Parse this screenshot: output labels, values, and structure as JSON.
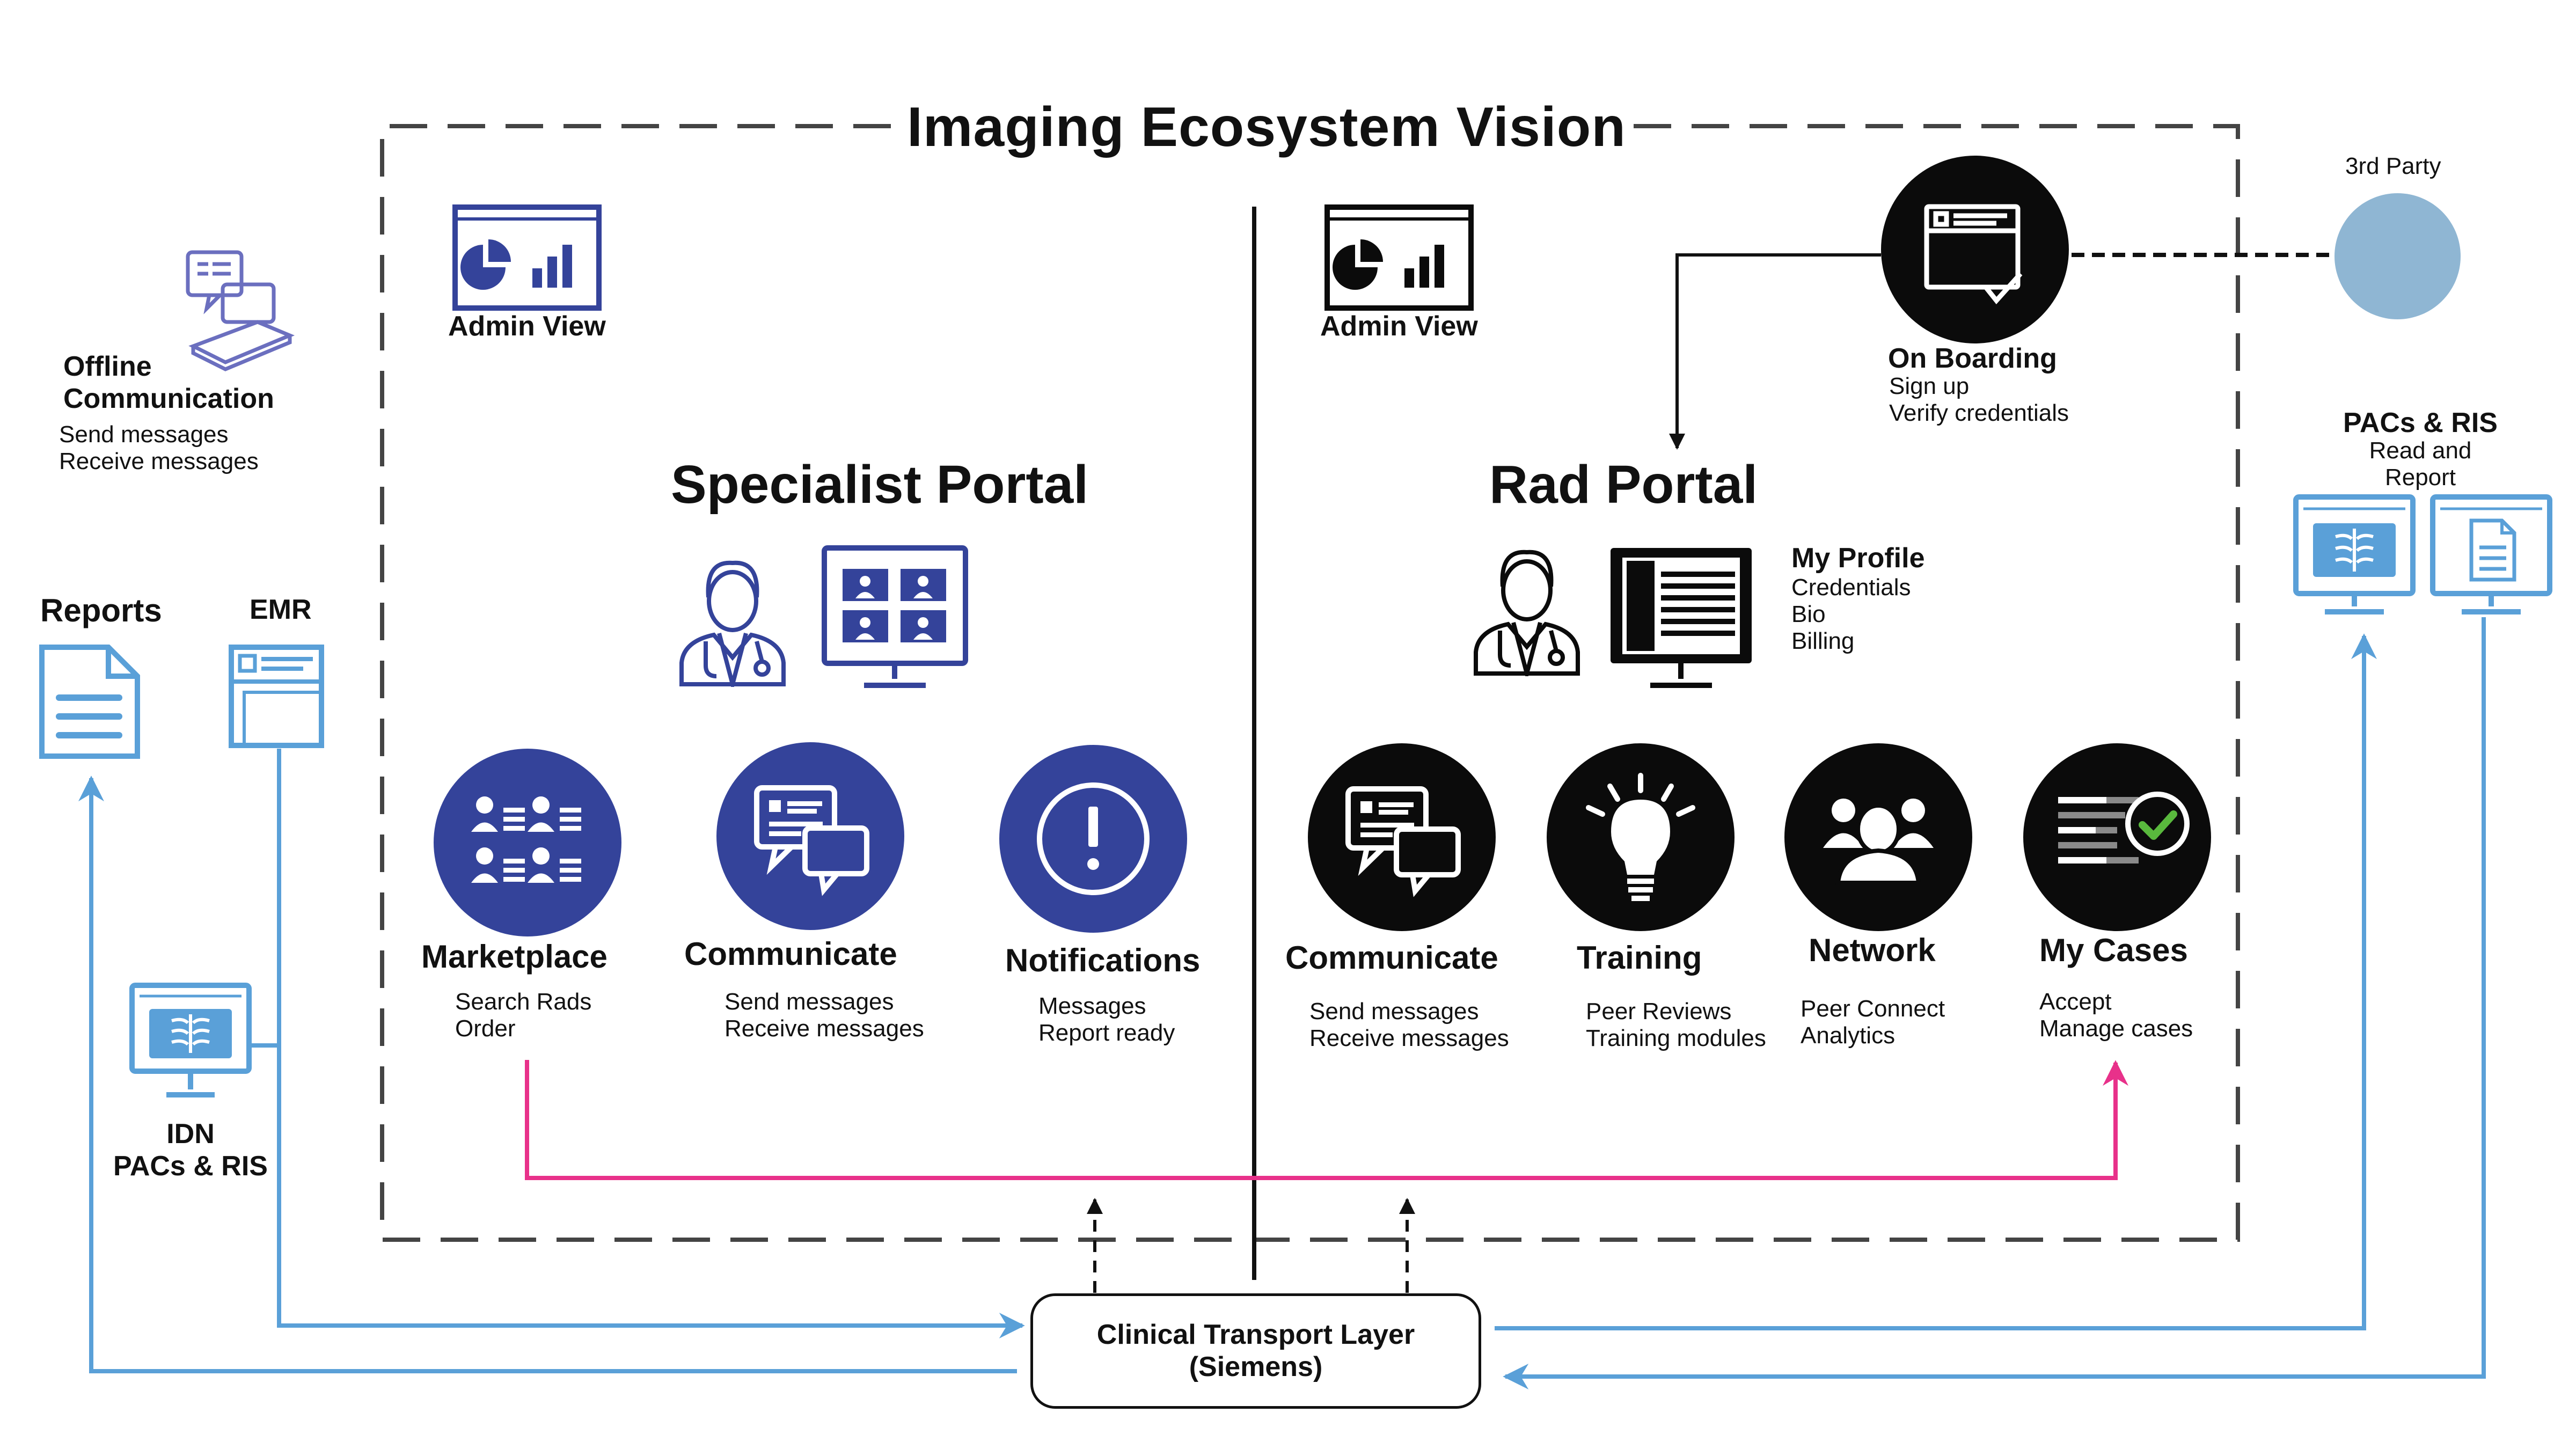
{
  "title": "Imaging Ecosystem Vision",
  "colors": {
    "navy": "#34439a",
    "black": "#0b0b0b",
    "blue": "#5aa0d8",
    "pink": "#e8318a",
    "light_blue": "#8fb6d3",
    "dashed_frame": "#444444"
  },
  "left_side": {
    "offline": {
      "title_line1": "Offline",
      "title_line2": "Communication",
      "line1": "Send  messages",
      "line2": "Receive messages",
      "icon": "tablet-chat-icon"
    },
    "reports": {
      "label": "Reports",
      "icon": "document-icon"
    },
    "emr": {
      "label": "EMR",
      "icon": "emr-window-icon"
    },
    "idn": {
      "line1": "IDN",
      "line2": "PACs & RIS",
      "icon": "xray-monitor-icon"
    }
  },
  "specialist": {
    "admin_view": "Admin View",
    "portal_title": "Specialist Portal",
    "features": [
      {
        "title": "Marketplace",
        "line1": "Search Rads",
        "line2": "Order",
        "icon": "people-grid-icon"
      },
      {
        "title": "Communicate",
        "line1": "Send  messages",
        "line2": "Receive messages",
        "icon": "chat-icon"
      },
      {
        "title": "Notifications",
        "line1": "Messages",
        "line2": "Report ready",
        "icon": "alert-icon"
      }
    ]
  },
  "rad": {
    "admin_view": "Admin View",
    "portal_title": "Rad Portal",
    "onboarding": {
      "title": "On Boarding",
      "line1": "Sign up",
      "line2": "Verify credentials"
    },
    "my_profile": {
      "title": "My Profile",
      "line1": "Credentials",
      "line2": "Bio",
      "line3": "Billing"
    },
    "features": [
      {
        "title": "Communicate",
        "line1": "Send  messages",
        "line2": "Receive messages",
        "icon": "chat-icon"
      },
      {
        "title": "Training",
        "line1": "Peer Reviews",
        "line2": "Training modules",
        "icon": "lightbulb-icon"
      },
      {
        "title": "Network",
        "line1": "Peer Connect",
        "line2": "Analytics",
        "icon": "network-people-icon"
      },
      {
        "title": "My Cases",
        "line1": "Accept",
        "line2": "Manage cases",
        "icon": "checklist-icon"
      }
    ]
  },
  "right_side": {
    "third_party": "3rd Party",
    "pacs": {
      "title": "PACs & RIS",
      "line1": "Read and",
      "line2": "Report"
    }
  },
  "transport": {
    "line1": "Clinical Transport Layer",
    "line2": "(Siemens)"
  }
}
